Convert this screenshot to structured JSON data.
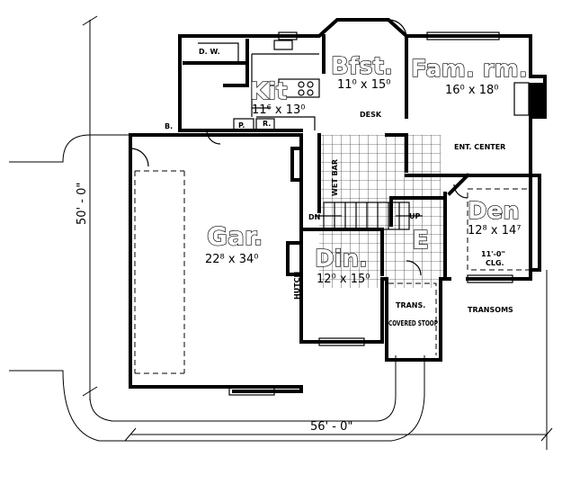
{
  "rooms": {
    "bfst": {
      "name": "Bfst.",
      "dims": "11⁰ x 15⁰"
    },
    "famrm": {
      "name": "Fam. rm.",
      "dims": "16⁰ x 18⁰"
    },
    "kit": {
      "name": "Kit",
      "dims": "11⁶ x 13⁰"
    },
    "den": {
      "name": "Den",
      "dims": "12⁸ x 14⁷"
    },
    "gar": {
      "name": "Gar.",
      "dims": "22⁸ x 34⁰"
    },
    "din": {
      "name": "Din.",
      "dims": "12⁰ x 15⁰"
    },
    "entry": {
      "name": "E"
    }
  },
  "labels": {
    "dw": "D. W.",
    "desk": "DESK",
    "ent_center": "ENT. CENTER",
    "wet_bar": "WET BAR",
    "dn": "DN",
    "up": "UP",
    "hutch": "HUTCH",
    "trans": "TRANS.",
    "covered_stoop": "COVERED STOOP",
    "transoms": "TRANSOMS",
    "ceiling": "11'-0\"",
    "clg": "CLG.",
    "p": "P.",
    "r": "R.",
    "b": "B."
  },
  "dimensions": {
    "width": "56' - 0\"",
    "depth": "50' - 0\""
  }
}
